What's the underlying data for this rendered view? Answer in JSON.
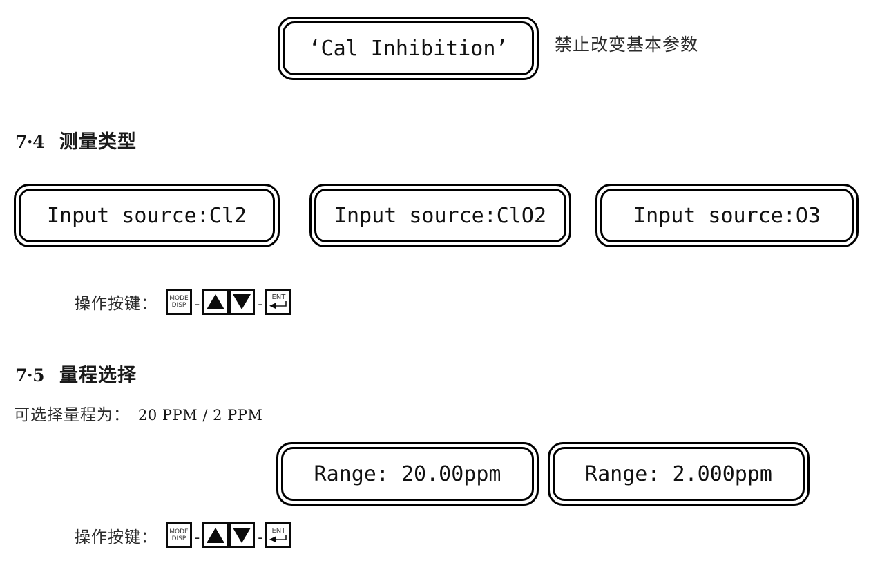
{
  "document": {
    "language": "zh-CN",
    "ink_color": "#141414",
    "background_color": "#ffffff"
  },
  "cal_inhibition": {
    "display_text": "‘Cal Inhibition’",
    "annotation": "禁止改变基本参数"
  },
  "section_74": {
    "number": "7·4",
    "title": "测量类型",
    "displays": [
      {
        "text": "Input source:Cl2"
      },
      {
        "text": "Input source:ClO2"
      },
      {
        "text": "Input source:O3"
      }
    ],
    "keyrow": {
      "label": "操作按键：",
      "separator": "-",
      "keys": [
        {
          "name": "mode-disp-key",
          "line1": "MODE",
          "line2": "DISP",
          "kind": "text"
        },
        {
          "name": "up-arrow-key",
          "kind": "triangle-up"
        },
        {
          "name": "down-arrow-key",
          "kind": "triangle-down"
        },
        {
          "name": "enter-key",
          "line1": "ENT",
          "kind": "enter"
        }
      ]
    }
  },
  "section_75": {
    "number": "7·5",
    "title": "量程选择",
    "range_note_label": "可选择量程为：",
    "range_note_values": "20 PPM / 2 PPM",
    "displays": [
      {
        "text": "Range: 20.00ppm"
      },
      {
        "text": "Range: 2.000ppm"
      }
    ],
    "keyrow": {
      "label": "操作按键：",
      "separator": "-",
      "keys": [
        {
          "name": "mode-disp-key",
          "line1": "MODE",
          "line2": "DISP",
          "kind": "text"
        },
        {
          "name": "up-arrow-key",
          "kind": "triangle-up"
        },
        {
          "name": "down-arrow-key",
          "kind": "triangle-down"
        },
        {
          "name": "enter-key",
          "line1": "ENT",
          "kind": "enter"
        }
      ]
    }
  }
}
